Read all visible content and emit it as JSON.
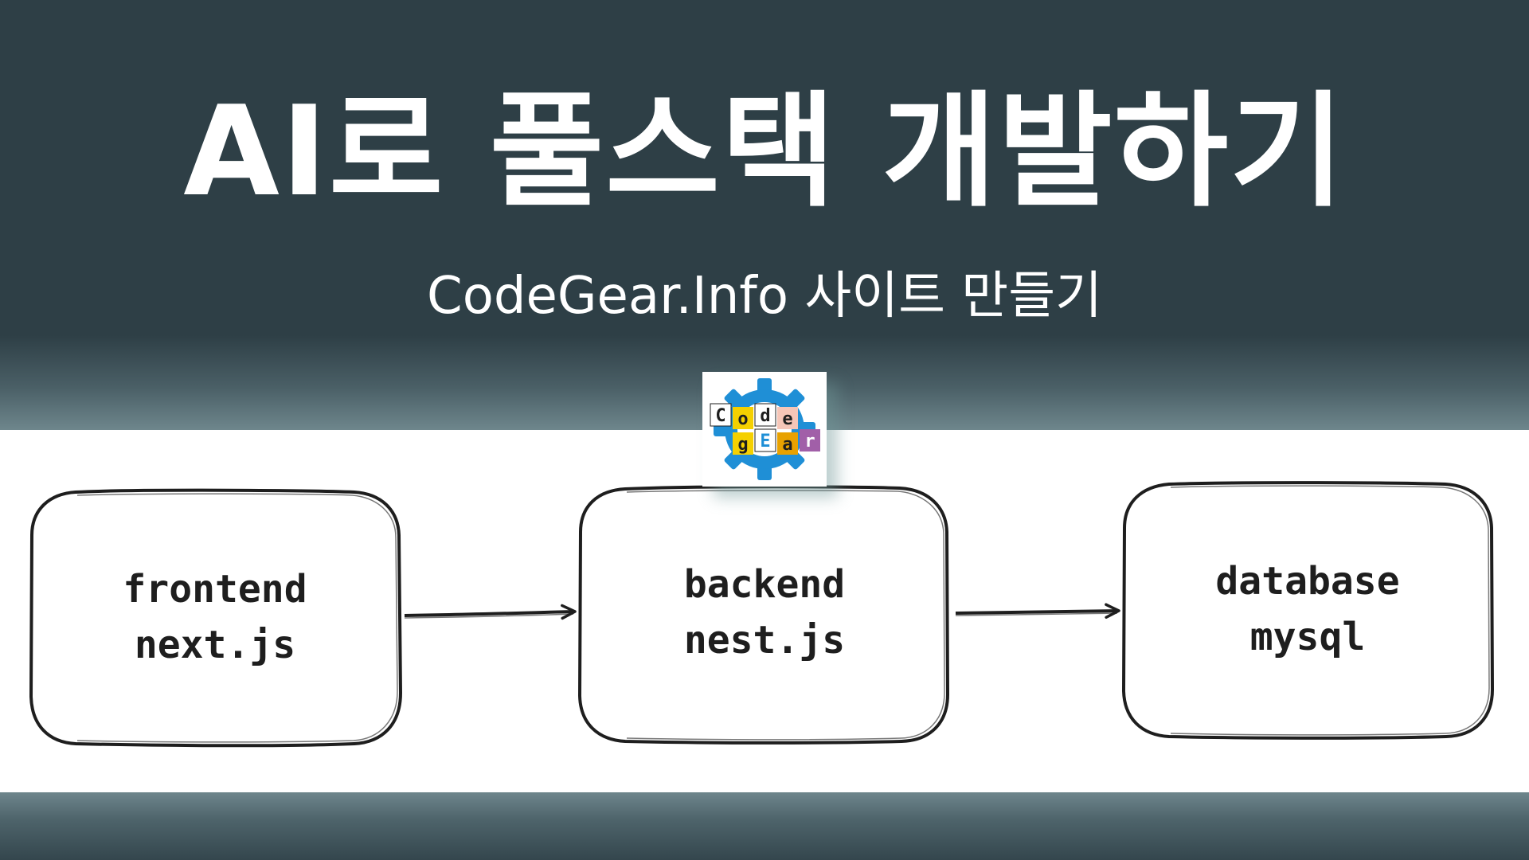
{
  "header": {
    "title": "AI로 풀스택 개발하기",
    "subtitle": "CodeGear.Info 사이트 만들기"
  },
  "logo": {
    "letters_top": [
      "C",
      "o",
      "d",
      "e"
    ],
    "letters_bottom": [
      "g",
      "E",
      "a",
      "r"
    ],
    "gear_color": "#1f8fd6"
  },
  "diagram": {
    "nodes": [
      {
        "id": "frontend",
        "line1": "frontend",
        "line2": "next.js"
      },
      {
        "id": "backend",
        "line1": "backend",
        "line2": "nest.js"
      },
      {
        "id": "database",
        "line1": "database",
        "line2": "mysql"
      }
    ],
    "edges": [
      {
        "from": "frontend",
        "to": "backend"
      },
      {
        "from": "backend",
        "to": "database"
      }
    ]
  },
  "colors": {
    "header_bg": "#2e3f46",
    "board_bg": "#ffffff",
    "stroke": "#1e1e1e"
  }
}
